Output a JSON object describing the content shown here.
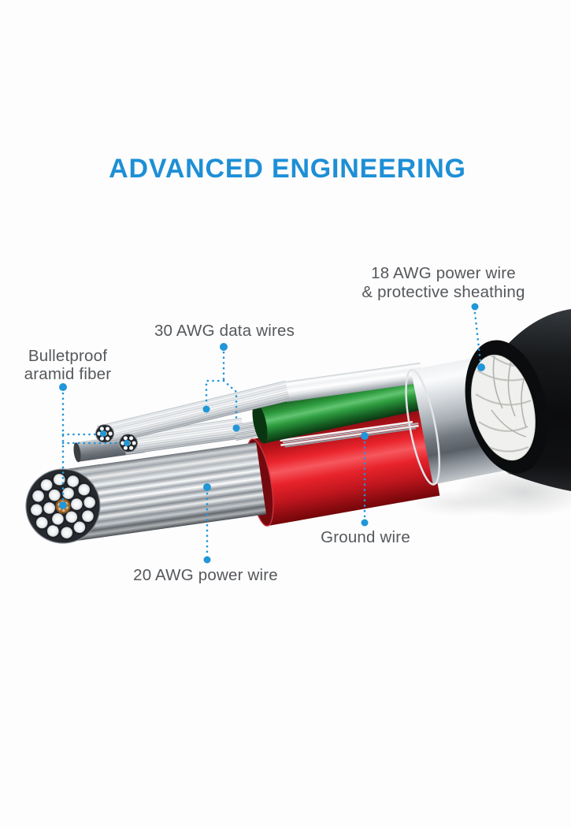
{
  "title": "ADVANCED ENGINEERING",
  "labels": {
    "power18_line1": "18 AWG power wire",
    "power18_line2": "& protective sheathing",
    "data30": "30 AWG data wires",
    "aramid_line1": "Bulletproof",
    "aramid_line2": "aramid fiber",
    "ground": "Ground wire",
    "power20": "20 AWG power wire"
  },
  "colors": {
    "accent_blue": "#2196d8",
    "title_blue": "#1e8fd6",
    "label_gray": "#55585c",
    "background": "#fdfdfd",
    "wire_green": "#2f9d40",
    "wire_red": "#e8232b",
    "jacket_black": "#101113",
    "aramid_gold": "#edbe82",
    "silver_strand": "#c9ced3"
  }
}
